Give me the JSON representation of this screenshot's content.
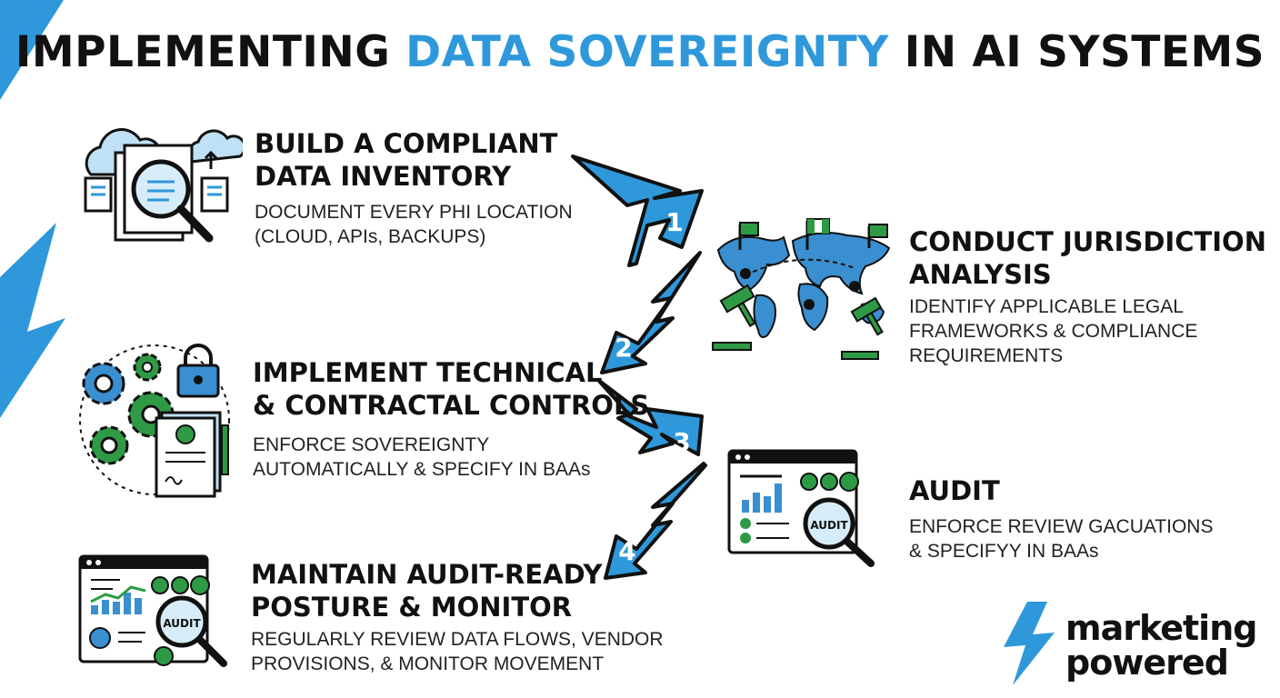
{
  "title": {
    "prefix": "IMPLEMENTING ",
    "accent": "DATA SOVEREIGNTY",
    "suffix": " IN AI SYSTEMS"
  },
  "steps": [
    {
      "number": "1",
      "title_line1": "BUILD A COMPLIANT",
      "title_line2": "DATA INVENTORY",
      "desc_line1": "DOCUMENT EVERY PHI LOCATION",
      "desc_line2": "(CLOUD, APIs, BACKUPS)"
    },
    {
      "number": "2",
      "title_line1": "CONDUCT JURISDICTION",
      "title_line2": "ANALYSIS",
      "desc_line1": "IDENTIFY APPLICABLE LEGAL",
      "desc_line2": "FRAMEWORKS & COMPLIANCE",
      "desc_line3": "REQUIREMENTS"
    },
    {
      "number": "3",
      "title_line1": "IMPLEMENT TECHNICAL",
      "title_line2": "& CONTRACTAL CONTROLS",
      "desc_line1": "ENFORCE SOVEREIGNTY",
      "desc_line2": "AUTOMATICALLY & SPECIFY IN BAAs"
    },
    {
      "number": "4",
      "title_line1": "AUDIT",
      "desc_line1": "ENFORCE REVIEW GACUATIONS",
      "desc_line2": "& SPECIFYY IN BAAs"
    },
    {
      "title_line1": "MAINTAIN AUDIT-READY",
      "title_line2": "POSTURE & MONITOR",
      "desc_line1": "REGULARLY REVIEW DATA FLOWS, VENDOR",
      "desc_line2": "PROVISIONS, & MONITOR MOVEMENT"
    }
  ],
  "icons": {
    "audit_label": "AUDIT"
  },
  "brand": {
    "line1": "marketing",
    "line2": "powered"
  },
  "colors": {
    "accent": "#2e98da",
    "green": "#2f9a45",
    "dark": "#111111"
  }
}
